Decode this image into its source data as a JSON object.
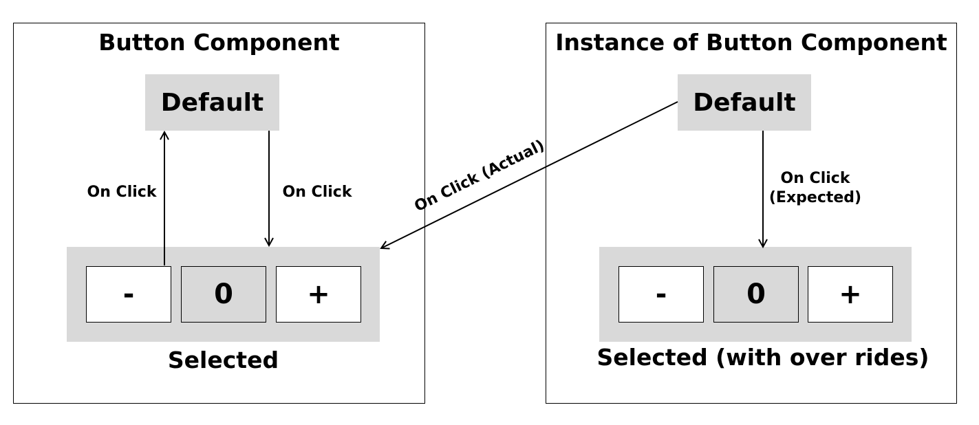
{
  "left_panel": {
    "title": "Button Component",
    "state_default": "Default",
    "stepper": {
      "minus": "-",
      "value": "0",
      "plus": "+"
    },
    "caption": "Selected",
    "arrow_up_label": "On Click",
    "arrow_down_label": "On Click"
  },
  "right_panel": {
    "title": "Instance of Button Component",
    "state_default": "Default",
    "stepper": {
      "minus": "-",
      "value": "0",
      "plus": "+"
    },
    "caption": "Selected (with over rides)",
    "arrow_label_line1": "On Click",
    "arrow_label_line2": "(Expected)"
  },
  "cross_arrow_label": "On Click (Actual)",
  "colors": {
    "box_fill": "#d9d9d9",
    "border": "#000000",
    "background": "#ffffff"
  }
}
